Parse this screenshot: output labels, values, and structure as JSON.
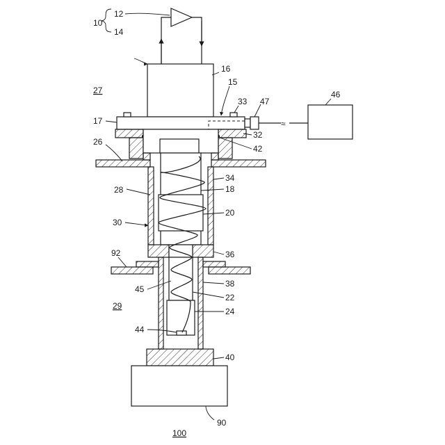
{
  "diagram": {
    "labels": {
      "l10": "10",
      "l12": "12",
      "l14": "14",
      "l16": "16",
      "l15": "15",
      "l27": "27",
      "l17": "17",
      "l33": "33",
      "l47": "47",
      "l46": "46",
      "l32": "32",
      "l26": "26",
      "l42": "42",
      "l34": "34",
      "l28": "28",
      "l18": "18",
      "l20": "20",
      "l30": "30",
      "l36": "36",
      "l92": "92",
      "l38": "38",
      "l45": "45",
      "l22": "22",
      "l29": "29",
      "l24": "24",
      "l44": "44",
      "l40": "40",
      "l90": "90",
      "l100": "100"
    },
    "break_mark": "≈"
  }
}
